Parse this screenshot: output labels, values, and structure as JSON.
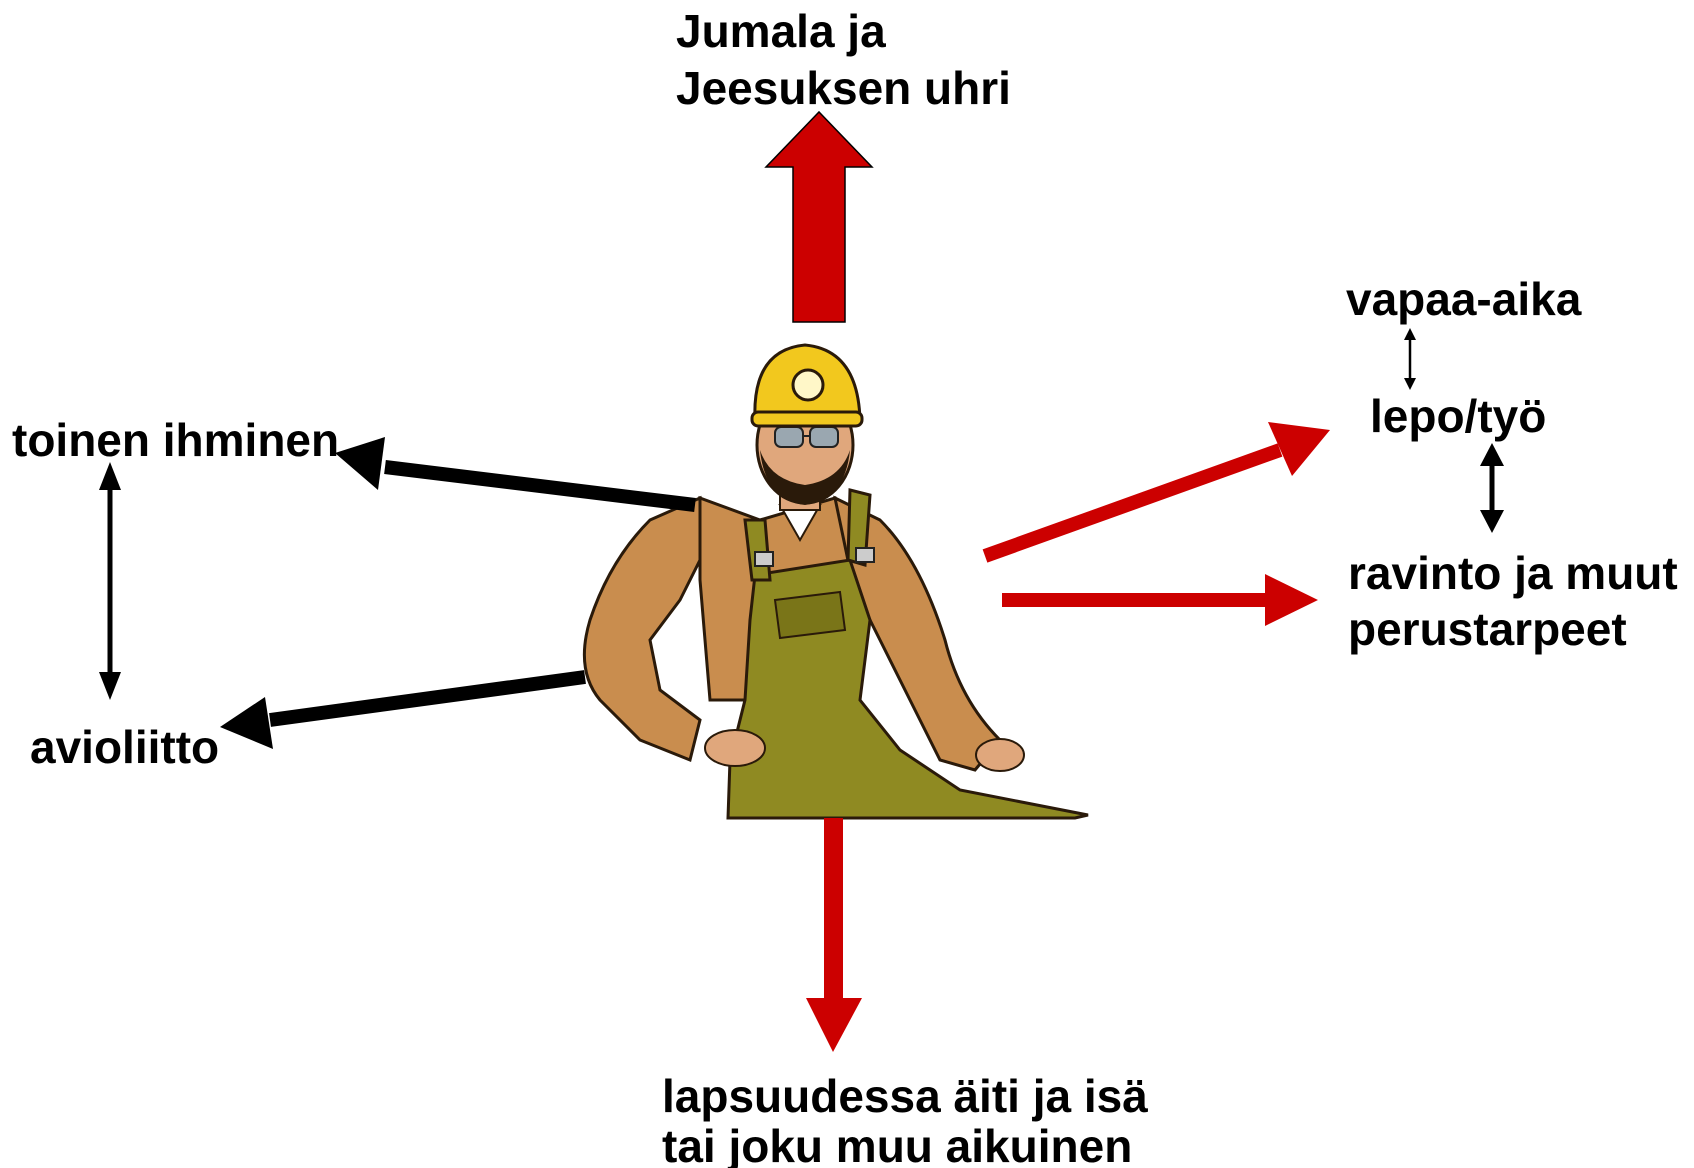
{
  "labels": {
    "top_line1": "Jumala ja",
    "top_line2": "Jeesuksen uhri",
    "free_time": "vapaa-aika",
    "rest_work": "lepo/työ",
    "nutrition_line1": "ravinto ja muut",
    "nutrition_line2": "perustarpeet",
    "other_person": "toinen ihminen",
    "marriage": "avioliitto",
    "childhood_line1": "lapsuudessa äiti  ja isä",
    "childhood_line2": "tai joku muu aikuinen"
  },
  "colors": {
    "arrow_red": "#cc0000",
    "arrow_black": "#000000",
    "helmet_yellow": "#f2c81e",
    "shirt_tan": "#c98d4e",
    "overalls_olive": "#8f8a22",
    "skin": "#e0a77c"
  },
  "icons": {
    "center_figure": "construction-worker-illustration"
  }
}
